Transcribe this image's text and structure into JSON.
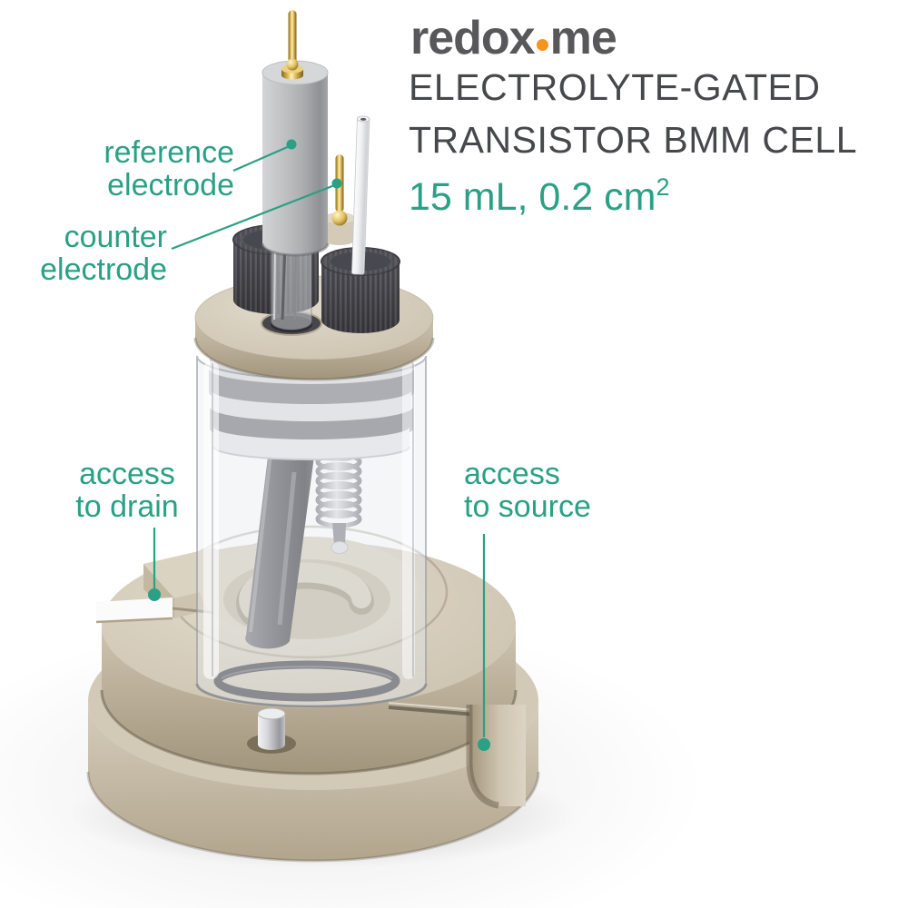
{
  "brand": {
    "logo_part_1": "redox",
    "logo_part_2": "me",
    "logo_color": "#58585A",
    "logo_dot_color": "#F7941E"
  },
  "header": {
    "title_line_1": "ELECTROLYTE-GATED",
    "title_line_2": "TRANSISTOR BMM CELL",
    "title_color": "#47484B",
    "capacity_value": "15 mL, 0.2 cm",
    "capacity_superscript": "2",
    "capacity_color": "#2AA084"
  },
  "callouts": {
    "label_color": "#2AA084",
    "reference_electrode": {
      "line_1": "reference",
      "line_2": "electrode"
    },
    "counter_electrode": {
      "line_1": "counter",
      "line_2": "electrode"
    },
    "access_to_drain": {
      "line_1": "access",
      "line__2_note": "",
      "line_2": "to drain"
    },
    "access_to_source": {
      "line_1": "access",
      "line_2": "to source"
    }
  },
  "illustration": {
    "materials": {
      "body_beige": "#D5CCBB",
      "knurled_cap_dark": "#4B4B50",
      "gold_pin": "#D9B34E",
      "electrode_gray": "#B6B7B9",
      "glass": "#E8EDF0"
    }
  }
}
